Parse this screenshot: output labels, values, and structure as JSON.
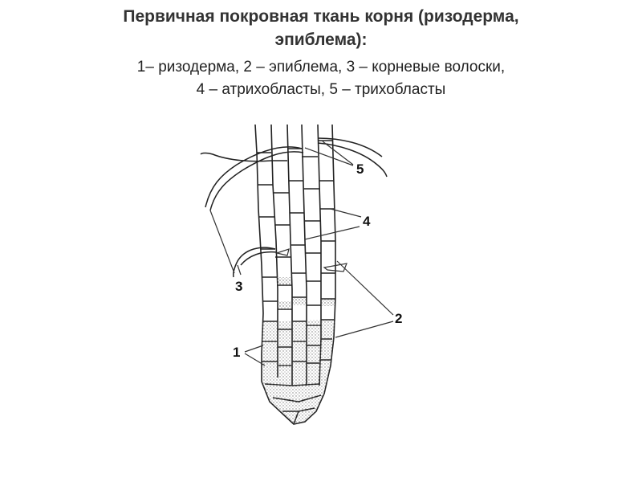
{
  "header": {
    "title_line1": "Первичная покровная ткань корня (ризодерма,",
    "title_line2": "эпиблема):",
    "caption_line1": "1– ризодерма, 2 – эпиблема, 3 – корневые волоски,",
    "caption_line2": "4 – атрихобласты, 5 – трихобласты"
  },
  "diagram": {
    "labels": [
      "1",
      "2",
      "3",
      "4",
      "5"
    ]
  }
}
